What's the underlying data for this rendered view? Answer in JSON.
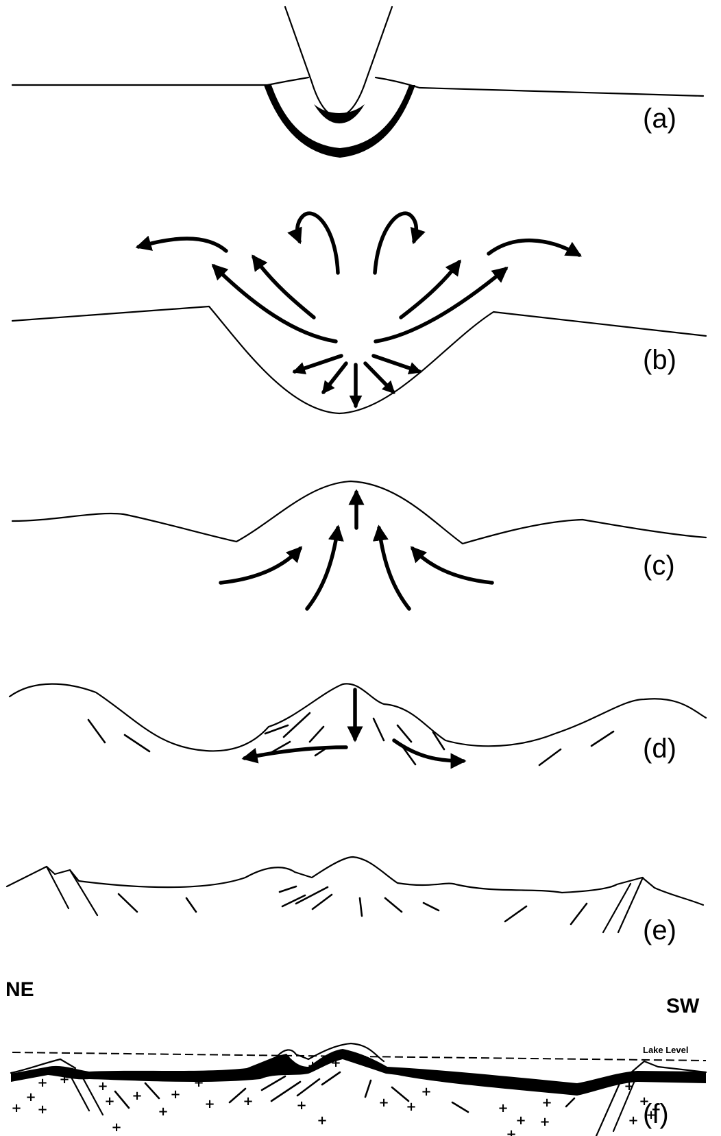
{
  "panels": {
    "a": "(a)",
    "b": "(b)",
    "c": "(c)",
    "d": "(d)",
    "e": "(e)",
    "f": "(f)"
  },
  "section": {
    "left": "NE",
    "right": "SW",
    "lake_level": "Lake Level"
  }
}
